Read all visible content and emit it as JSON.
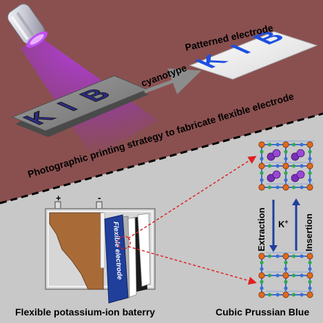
{
  "top_panel": {
    "mask_letters": [
      "K",
      "I",
      "B"
    ],
    "electrode_letters": [
      "K",
      "I",
      "B"
    ],
    "labels": {
      "cyanotype": "cyanotype",
      "patterned_electrode": "Patterned electrode",
      "strategy": "Photographic printing strategy to fabricate flexible electrode"
    }
  },
  "battery": {
    "positive_terminal": "+",
    "negative_terminal": "-",
    "electrode_label": "Flexible electrode",
    "caption": "Flexible potassium-ion baterry"
  },
  "crystal": {
    "process_left": "Extraction",
    "process_right": "Insertion",
    "ion": "K+",
    "caption": "Cubic Prussian Blue"
  },
  "colors": {
    "top_background": "#8a5050",
    "bottom_background": "#c8c8c8",
    "prussian_blue": "#1f3f9a",
    "copper": "#a86b38",
    "arrow_red": "#e02020",
    "uv_purple": "#9b30d0"
  }
}
